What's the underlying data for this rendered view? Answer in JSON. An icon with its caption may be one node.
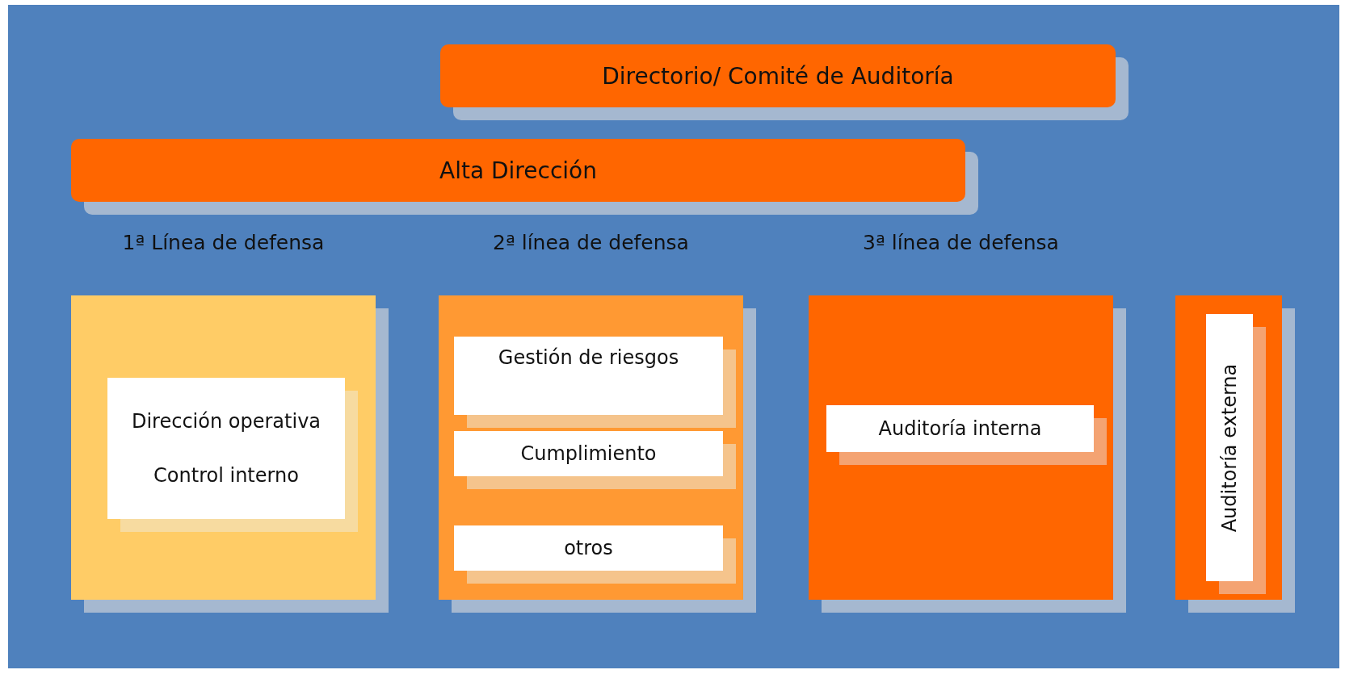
{
  "diagram": {
    "nodes": [
      {
        "text": [
          "Directorio/ Comité de Auditoría"
        ]
      },
      {
        "text": [
          "Alta Dirección"
        ]
      },
      {
        "text": [
          "1ª Línea de defensa"
        ]
      },
      {
        "text": [
          "Dirección operativa",
          "Control interno"
        ],
        "in": 2
      },
      {
        "text": [
          "2ª línea de defensa"
        ]
      },
      {
        "text": [
          "Gestión de riesgos"
        ],
        "in": 4
      },
      {
        "text": [
          "Cumplimiento"
        ],
        "in": 4
      },
      {
        "text": [
          "otros"
        ],
        "in": 4
      },
      {
        "text": [
          "3ª línea de defensa"
        ]
      },
      {
        "text": [
          "Auditoría interna"
        ],
        "in": 8
      },
      {
        "text": [],
        "shape": "box"
      },
      {
        "text": [
          "Auditoría externa"
        ],
        "in": 10
      }
    ],
    "edges": []
  }
}
